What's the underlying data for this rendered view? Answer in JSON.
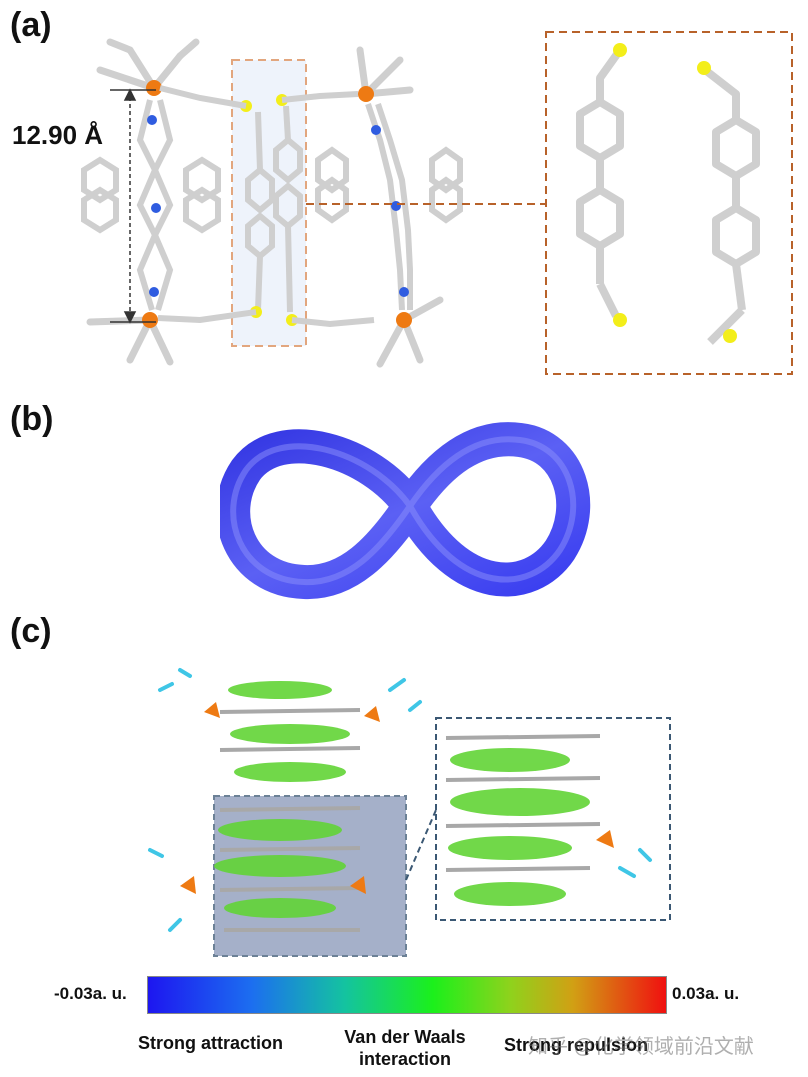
{
  "panels": {
    "a": "(a)",
    "b": "(b)",
    "c": "(c)"
  },
  "measurement": {
    "distance_label": "12.90 Å"
  },
  "colorbar": {
    "min_label": "-0.03a. u.",
    "max_label": "0.03a. u.",
    "caption_attraction": "Strong attraction",
    "caption_vdw": "Van der Waals interaction",
    "caption_repulsion": "Strong repulsion"
  },
  "watermark": "知乎 @化学领域前沿文献",
  "colors": {
    "carbon": "#d4d4d4",
    "nitrogen": "#2f5ce0",
    "sulfur": "#f3ee1a",
    "metal": "#ee7a13",
    "hydrogen": "#3fc6e6",
    "nci_surface": "#62d436",
    "ribbon": "#4a4ff0",
    "dashed_box_a": "#b8622a",
    "dashed_box_c": "#3b5874"
  }
}
